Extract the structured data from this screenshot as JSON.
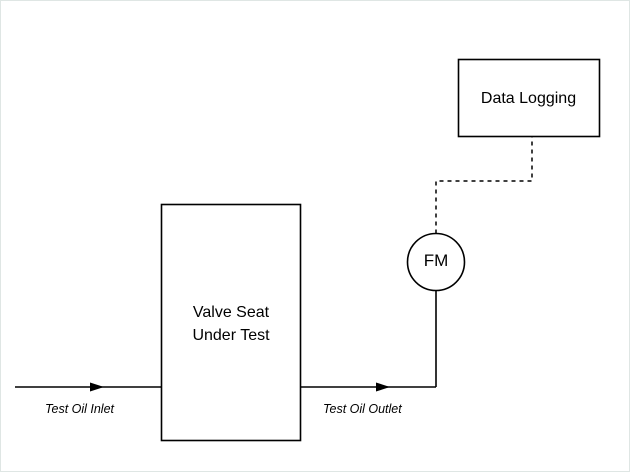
{
  "diagram": {
    "type": "process-flow-schematic",
    "background_color": "#ffffff",
    "border_color": "#dfe6e4",
    "line_color": "#000000",
    "nodes": [
      {
        "id": "valve-seat",
        "shape": "rectangle",
        "label_line1": "Valve Seat",
        "label_line2": "Under Test"
      },
      {
        "id": "flow-meter",
        "shape": "circle",
        "label": "FM"
      },
      {
        "id": "data-logging",
        "shape": "rectangle",
        "label": "Data Logging"
      }
    ],
    "flows": [
      {
        "id": "inlet",
        "label": "Test Oil Inlet",
        "style": "solid-arrow"
      },
      {
        "id": "outlet",
        "label": "Test Oil Outlet",
        "style": "solid-arrow"
      },
      {
        "id": "signal",
        "label": "",
        "style": "dashed"
      }
    ]
  }
}
